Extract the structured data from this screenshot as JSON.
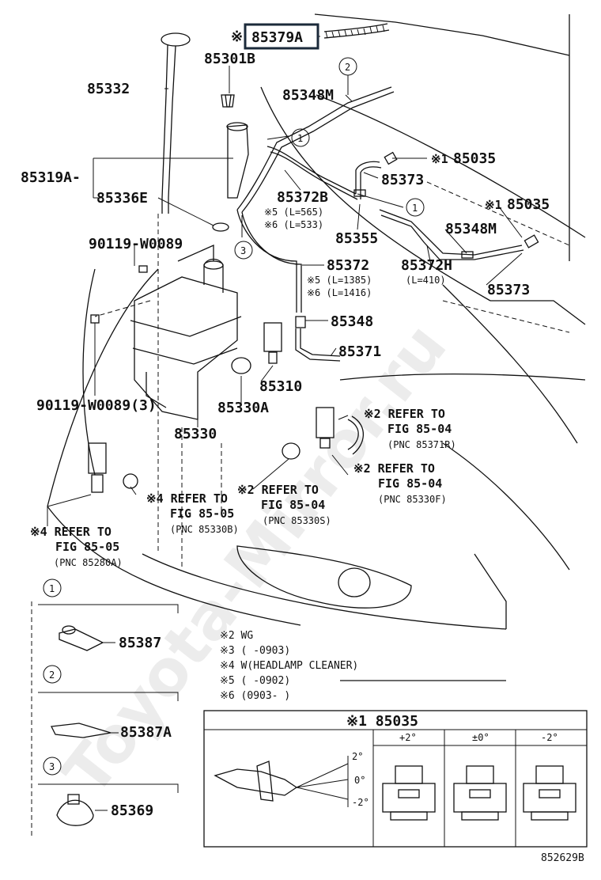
{
  "labels": {
    "p85379A": "85379A",
    "p85301B": "85301B",
    "p85332": "85332",
    "p85348M_a": "85348M",
    "p85035_a": "85035",
    "p85373_a": "85373",
    "p85319A": "85319A-",
    "p85336E": "85336E",
    "p85372B": "85372B",
    "p85035_b": "85035",
    "p90119_a": "90119-W0089",
    "p85355": "85355",
    "p85348M_b": "85348M",
    "p85372": "85372",
    "p85372H": "85372H",
    "p85373_b": "85373",
    "p85348": "85348",
    "p85371": "85371",
    "p85310": "85310",
    "p90119_b": "90119-W0089(3)",
    "p85330A": "85330A",
    "p85330": "85330",
    "p85387": "85387",
    "p85387A": "85387A",
    "p85369": "85369",
    "p85035_box": "85035"
  },
  "marks": {
    "note_mark": "※",
    "mark1": "※1",
    "mark2": "※2",
    "mark4": "※4"
  },
  "sublabels": {
    "len_85372B_5": "※5 (L=565)",
    "len_85372B_6": "※6 (L=533)",
    "len_85372_5": "※5 (L=1385)",
    "len_85372_6": "※6 (L=1416)",
    "len_85372H": "(L=410)"
  },
  "refs": {
    "r1_line1": "※2 REFER TO",
    "r1_line2": "FIG 85-04",
    "r1_line3": "(PNC 85371R)",
    "r2_line1": "※2 REFER TO",
    "r2_line2": "FIG 85-04",
    "r2_line3": "(PNC 85330F)",
    "r3_line1": "※2 REFER TO",
    "r3_line2": "FIG 85-04",
    "r3_line3": "(PNC 85330S)",
    "r4_line1": "※4 REFER TO",
    "r4_line2": "FIG 85-05",
    "r4_line3": "(PNC 85330B)",
    "r5_line1": "※4 REFER TO",
    "r5_line2": "FIG 85-05",
    "r5_line3": "(PNC 85280A)"
  },
  "callouts": {
    "c1": "1",
    "c2": "2",
    "c3": "3",
    "c1b": "1",
    "leg1": "1",
    "leg2": "2",
    "leg3": "3"
  },
  "notes": [
    "※2 WG",
    "※3 (      -0903)",
    "※4 W(HEADLAMP CLEANER)",
    "※5 (      -0902)",
    "※6 (0903-       )"
  ],
  "aim_box": {
    "title": "※1 85035",
    "columns": [
      "+2°",
      "±0°",
      "-2°"
    ],
    "angles": [
      "2°",
      "0°",
      "-2°"
    ]
  },
  "watermark": "Toyota-Mirror.ru",
  "figure_id": "852629B"
}
